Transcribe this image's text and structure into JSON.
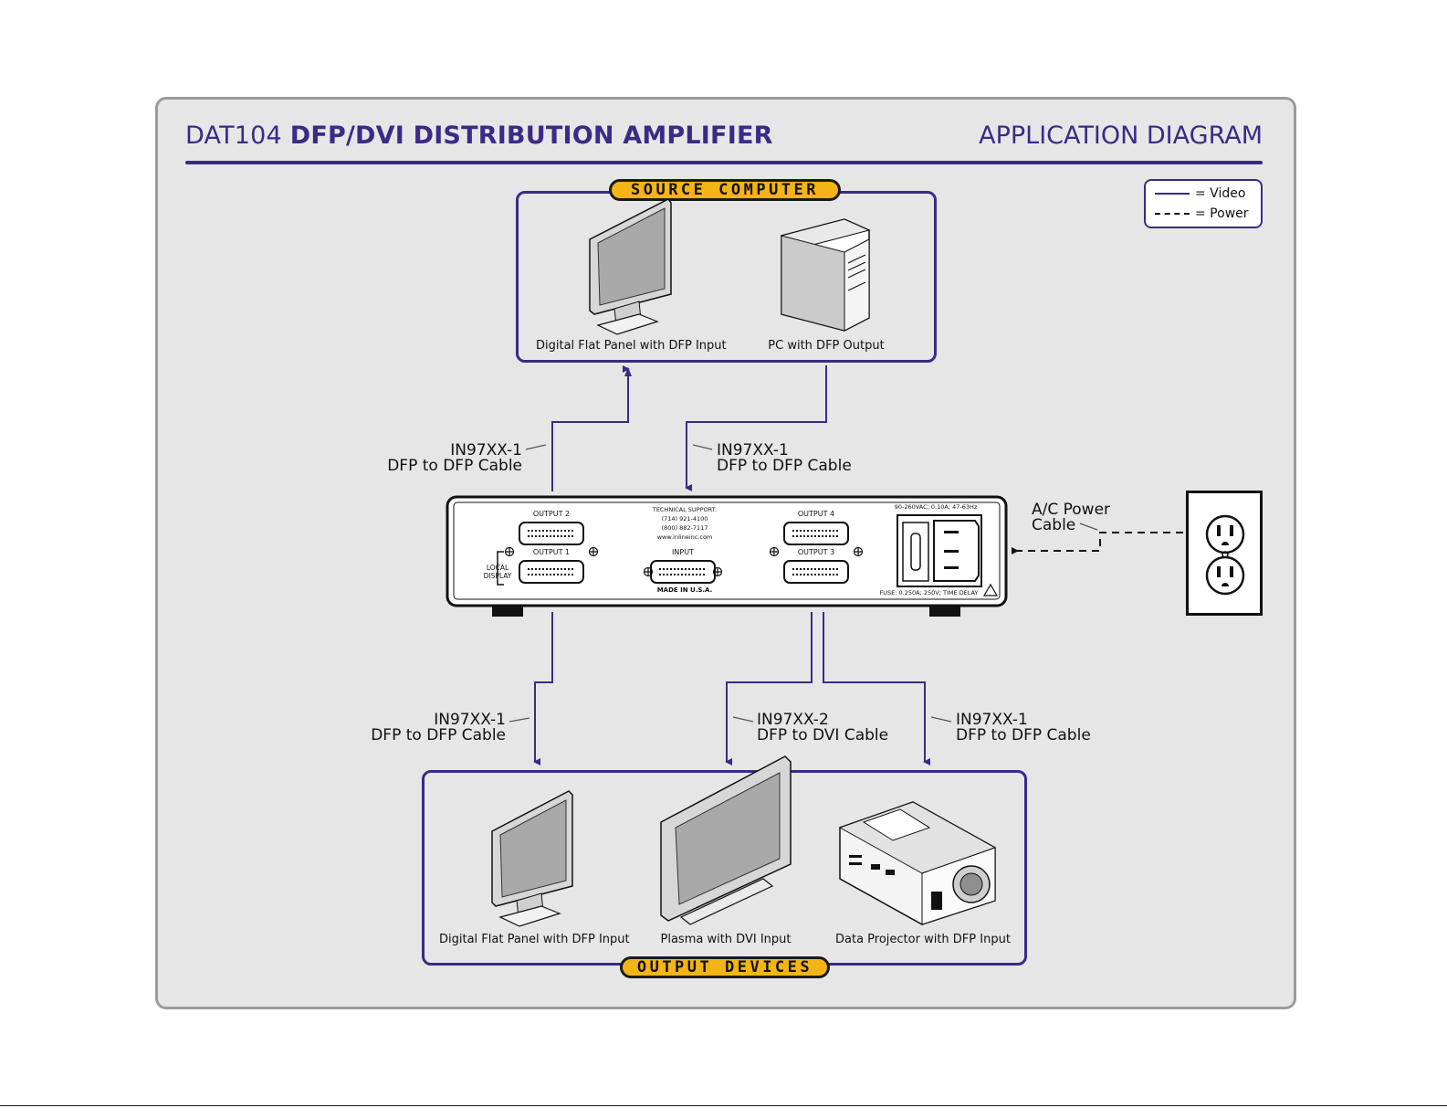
{
  "header": {
    "model": "DAT104",
    "product": "DFP/DVI DISTRIBUTION AMPLIFIER",
    "doc_type": "APPLICATION DIAGRAM"
  },
  "legend": {
    "video": "= Video",
    "power": "= Power"
  },
  "source_box": {
    "badge": "SOURCE COMPUTER",
    "items": [
      {
        "caption": "Digital Flat Panel with DFP Input",
        "icon": "flat-panel-monitor-icon"
      },
      {
        "caption": "PC with DFP Output",
        "icon": "pc-tower-icon"
      }
    ]
  },
  "upper_cables": {
    "left": {
      "model": "IN97XX-1",
      "desc": "DFP to DFP Cable"
    },
    "right": {
      "model": "IN97XX-1",
      "desc": "DFP to DFP Cable"
    }
  },
  "power_cable": {
    "line1": "A/C Power",
    "line2": "Cable"
  },
  "device": {
    "output2": "OUTPUT 2",
    "output1": "OUTPUT 1",
    "output4": "OUTPUT 4",
    "output3": "OUTPUT 3",
    "input": "INPUT",
    "local_display_1": "LOCAL",
    "local_display_2": "DISPLAY",
    "support_title": "TECHNICAL SUPPORT:",
    "support_phone1": "(714) 921-4100",
    "support_phone2": "(800) 882-7117",
    "support_web": "www.inlineinc.com",
    "made_in": "MADE IN U.S.A.",
    "power_rating": "90-260VAC; 0.10A; 47-63Hz",
    "fuse": "FUSE: 0.250A; 250V; TIME DELAY"
  },
  "lower_cables": {
    "left": {
      "model": "IN97XX-1",
      "desc": "DFP to DFP Cable"
    },
    "middle": {
      "model": "IN97XX-2",
      "desc": "DFP to DVI Cable"
    },
    "right": {
      "model": "IN97XX-1",
      "desc": "DFP to DFP Cable"
    }
  },
  "output_box": {
    "badge": "OUTPUT DEVICES",
    "items": [
      {
        "caption": "Digital Flat Panel with DFP Input",
        "icon": "flat-panel-monitor-icon"
      },
      {
        "caption": "Plasma with DVI Input",
        "icon": "plasma-display-icon"
      },
      {
        "caption": "Data Projector with DFP Input",
        "icon": "projector-icon"
      }
    ]
  },
  "colors": {
    "accent": "#3b2a86",
    "badge": "#f3b516",
    "panel": "#e6e6e6"
  }
}
